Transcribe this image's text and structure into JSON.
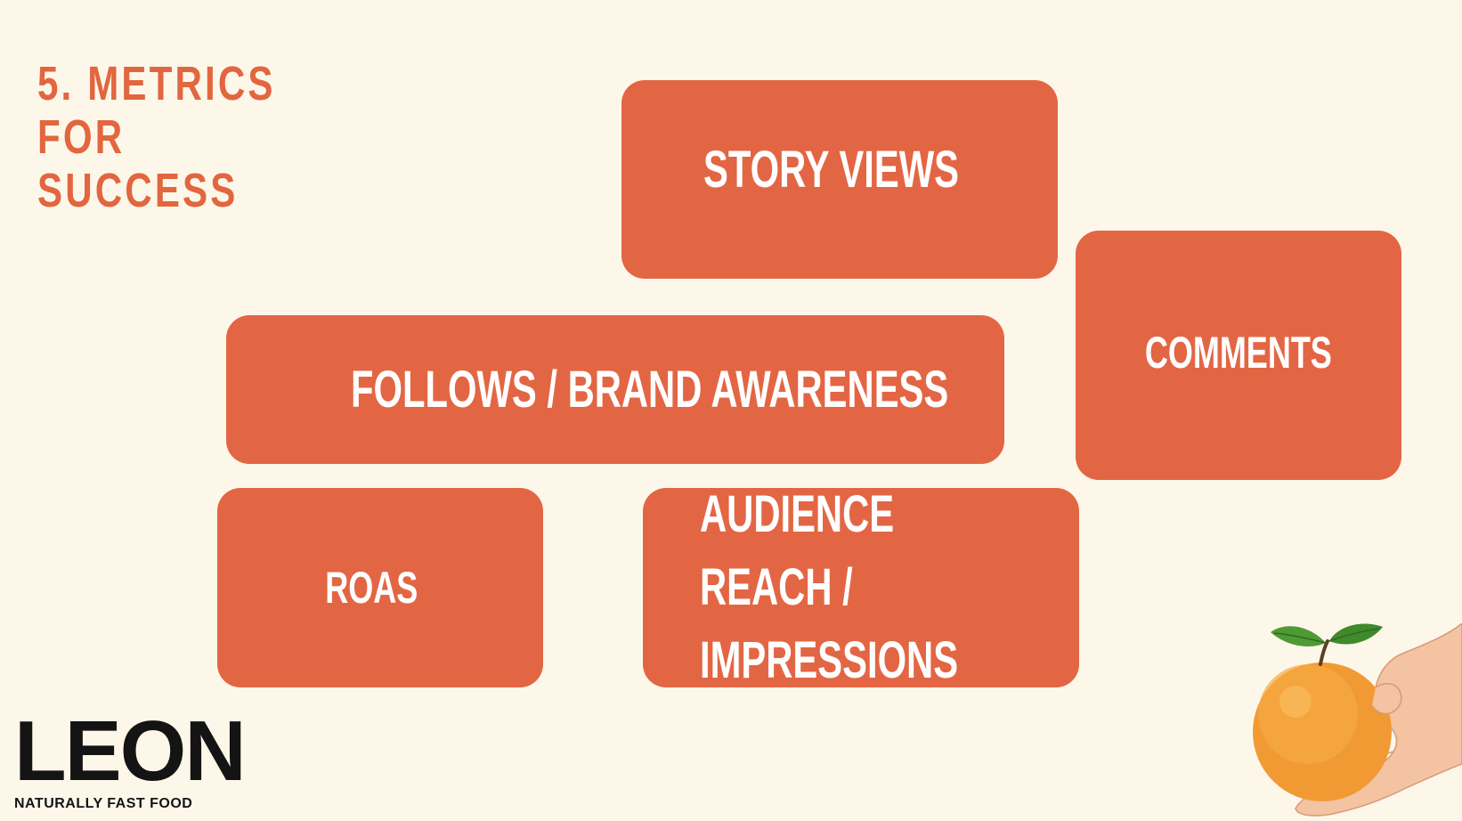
{
  "slide": {
    "title": "5. METRICS FOR SUCCESS"
  },
  "metrics": {
    "story_views": "STORY VIEWS",
    "comments": "COMMENTS",
    "follows": "FOLLOWS / BRAND AWARENESS",
    "roas": "ROAS",
    "audience_reach": "AUDIENCE REACH / IMPRESSIONS"
  },
  "logo": {
    "wordmark": "LEON",
    "tagline": "NATURALLY FAST FOOD"
  },
  "colors": {
    "background": "#fdf7ea",
    "accent": "#e36644",
    "title": "#e2663f",
    "box_text": "#ffffff",
    "logo": "#141414"
  },
  "icons": {
    "illustration": "hand-holding-orange-icon"
  }
}
